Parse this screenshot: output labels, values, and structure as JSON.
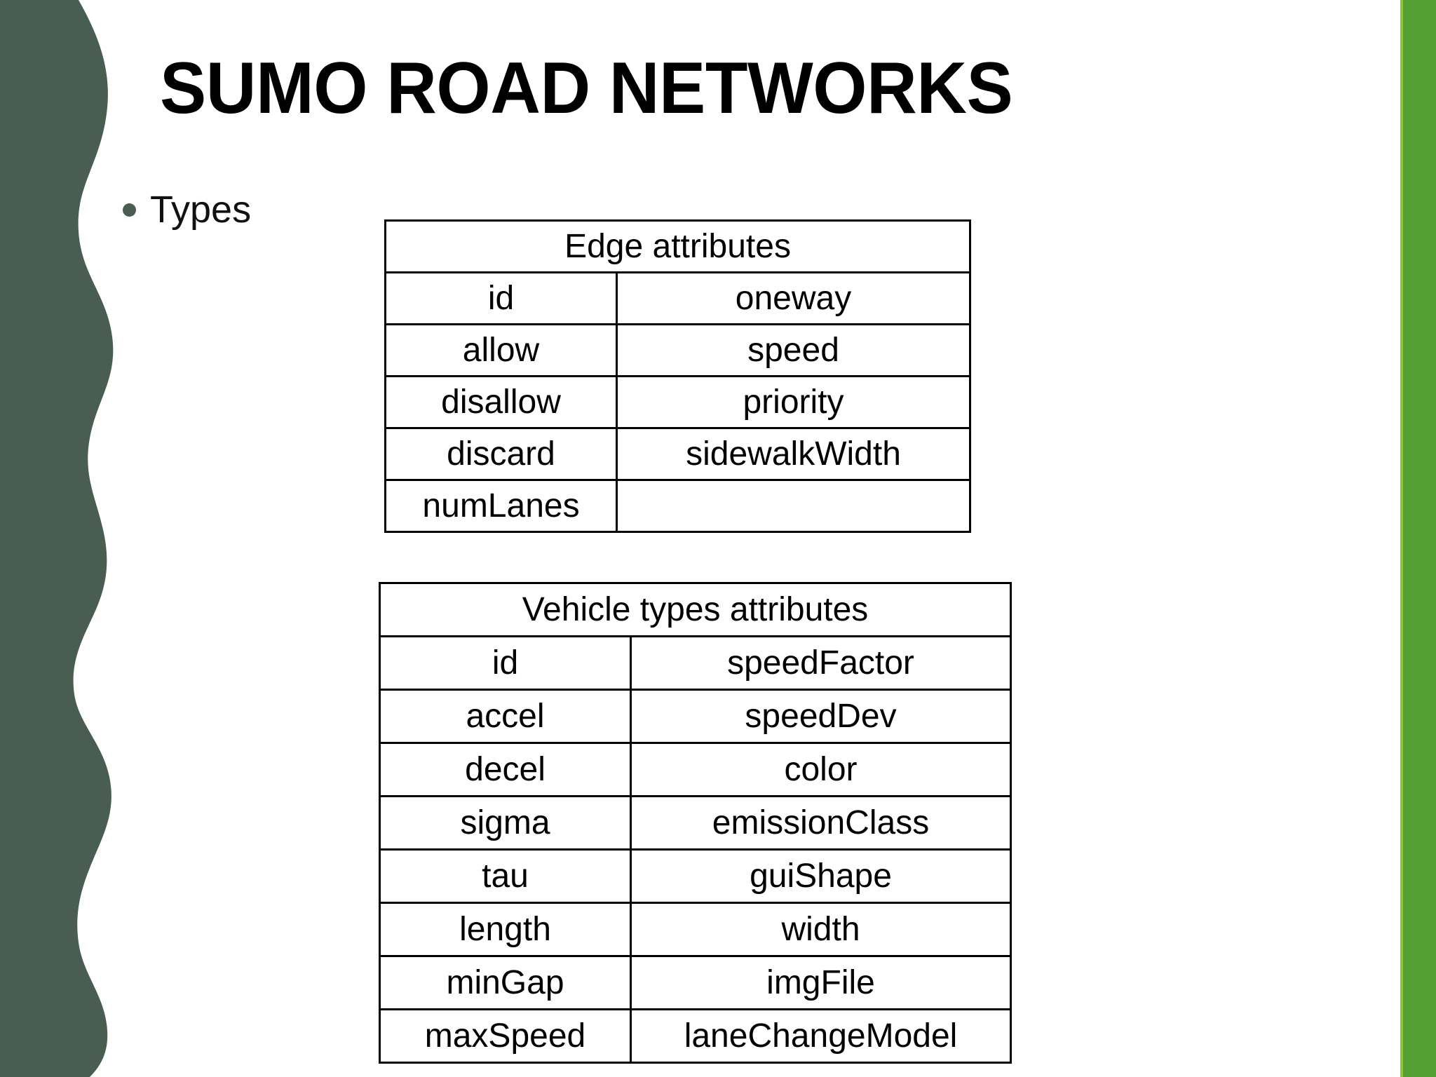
{
  "slide": {
    "title": "SUMO ROAD NETWORKS",
    "bullet": {
      "marker": "bullet-dot",
      "label": "Types"
    },
    "colors": {
      "left_wave": "#4A5D53",
      "right_bar": "#55A033",
      "right_bar_edge": "#8CC63F",
      "text": "#000000",
      "background": "#FFFFFF"
    }
  },
  "tables": [
    {
      "id": "edge-attributes",
      "header": "Edge attributes",
      "rows": [
        [
          "id",
          "oneway"
        ],
        [
          "allow",
          "speed"
        ],
        [
          "disallow",
          "priority"
        ],
        [
          "discard",
          "sidewalkWidth"
        ],
        [
          "numLanes",
          ""
        ]
      ]
    },
    {
      "id": "vehicle-types-attributes",
      "header": "Vehicle types attributes",
      "rows": [
        [
          "id",
          "speedFactor"
        ],
        [
          "accel",
          "speedDev"
        ],
        [
          "decel",
          "color"
        ],
        [
          "sigma",
          "emissionClass"
        ],
        [
          "tau",
          "guiShape"
        ],
        [
          "length",
          "width"
        ],
        [
          "minGap",
          "imgFile"
        ],
        [
          "maxSpeed",
          "laneChangeModel"
        ]
      ]
    }
  ]
}
